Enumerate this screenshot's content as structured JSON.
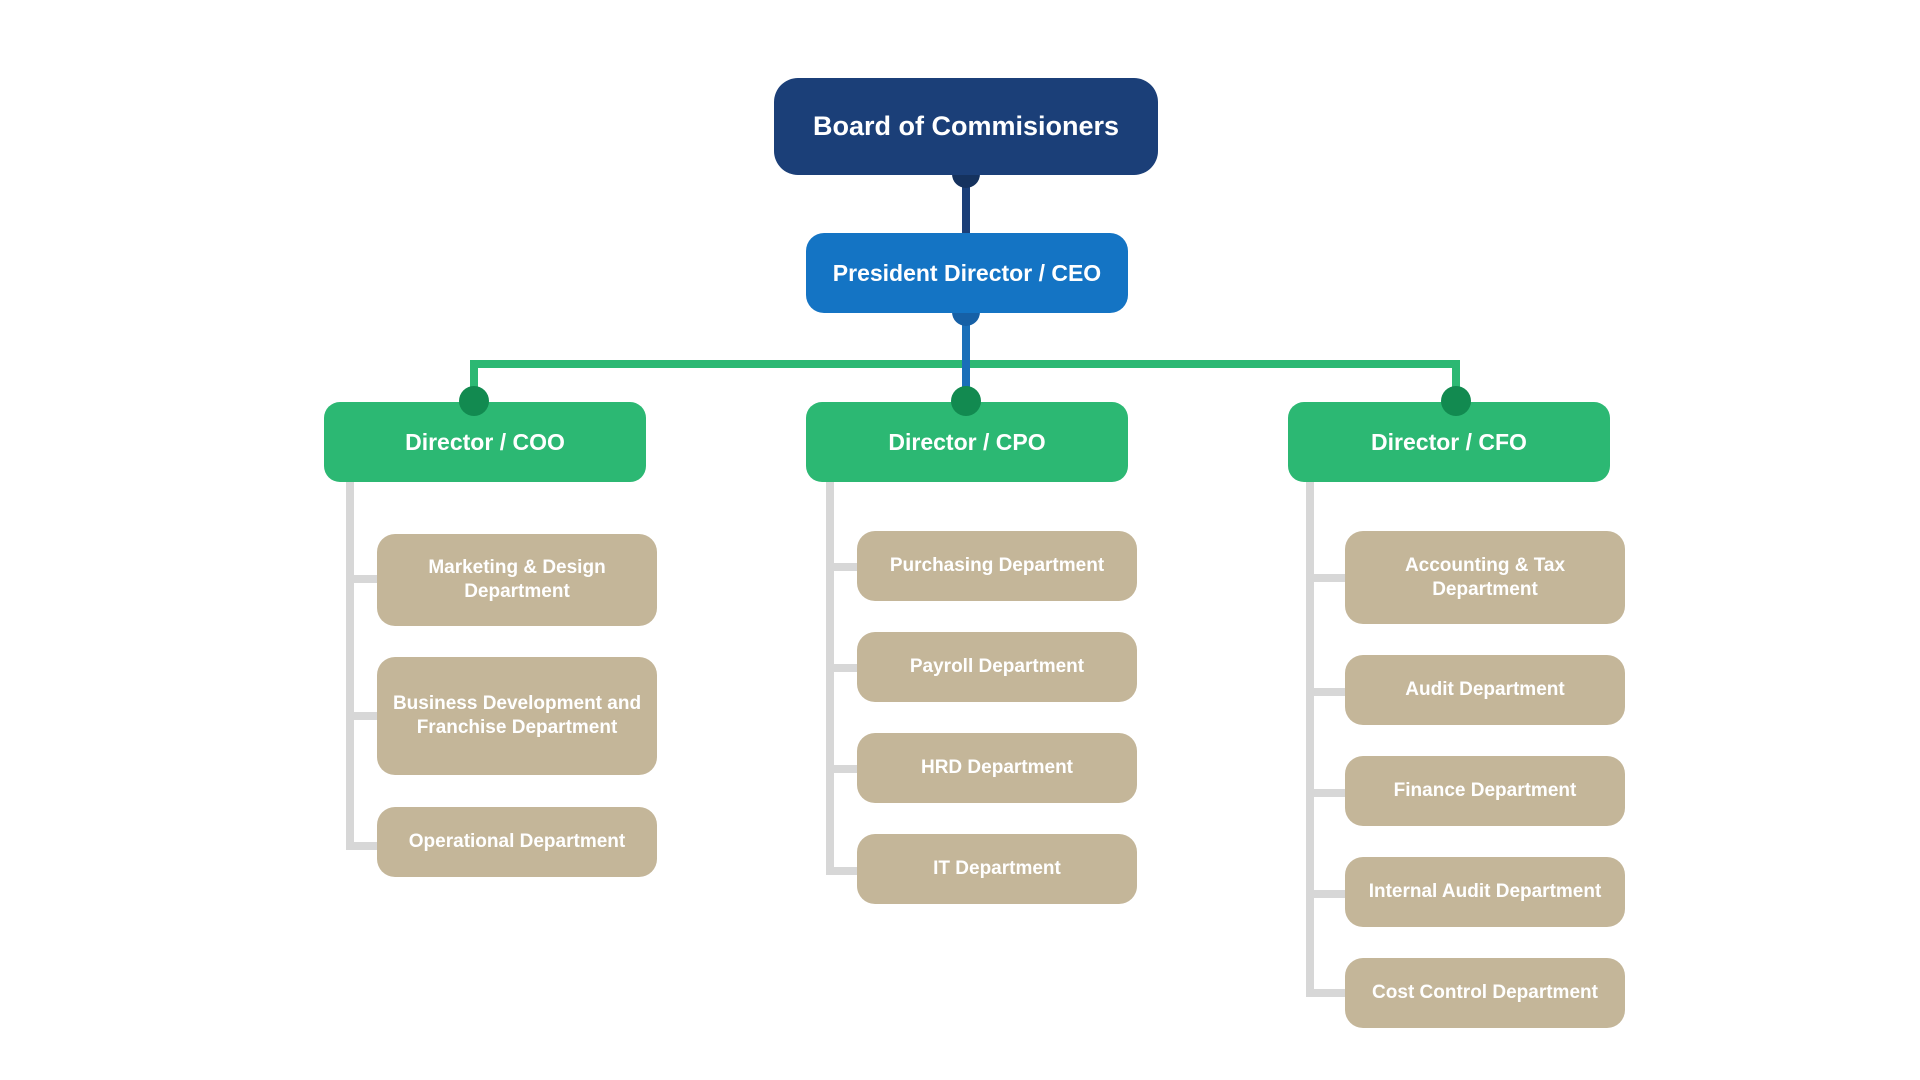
{
  "org": {
    "board": "Board of Commisioners",
    "ceo": "President Director / CEO",
    "directors": [
      {
        "title": "Director / COO",
        "departments": [
          "Marketing & Design Department",
          "Business Development and Franchise Department",
          "Operational Department"
        ]
      },
      {
        "title": "Director / CPO",
        "departments": [
          "Purchasing Department",
          "Payroll Department",
          "HRD Department",
          "IT Department"
        ]
      },
      {
        "title": "Director / CFO",
        "departments": [
          "Accounting & Tax Department",
          "Audit Department",
          "Finance Department",
          "Internal Audit Department",
          "Cost Control Department"
        ]
      }
    ]
  },
  "colors": {
    "board": "#1b3f78",
    "ceo": "#1474c4",
    "director": "#2cb873",
    "department": "#c4b699",
    "connector_gray": "#d7d7d7",
    "connector_green": "#2cb873",
    "dot_dark": "#15325e",
    "dot_blue": "#1660a6",
    "dot_green": "#128a50"
  }
}
